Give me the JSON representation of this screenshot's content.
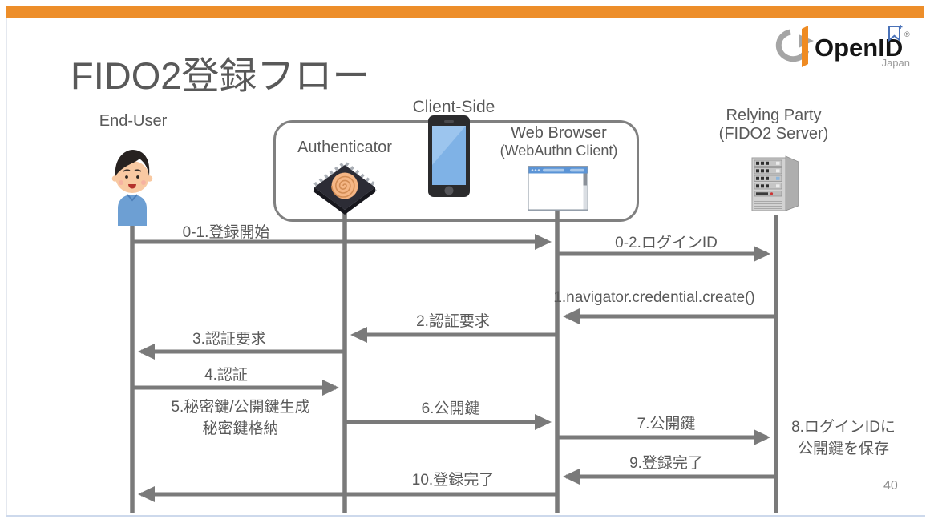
{
  "slide": {
    "title": "FIDO2登録フロー",
    "page_number": "40"
  },
  "logo": {
    "brand": "OpenID",
    "region": "Japan",
    "registered": "®"
  },
  "actors": {
    "end_user": "End-User",
    "client_side": "Client-Side",
    "authenticator": "Authenticator",
    "web_browser": "Web Browser",
    "web_browser_sub": "(WebAuthn Client)",
    "relying_party": "Relying Party",
    "relying_party_sub": "(FIDO2 Server)"
  },
  "messages": {
    "m0_1": "0-1.登録開始",
    "m0_2": "0-2.ログインID",
    "m1": "1.navigator.credential.create()",
    "m2": "2.認証要求",
    "m3": "3.認証要求",
    "m4": "4.認証",
    "m5_line1": "5.秘密鍵/公開鍵生成",
    "m5_line2": "秘密鍵格納",
    "m6": "6.公開鍵",
    "m7": "7.公開鍵",
    "m8_line1": "8.ログインIDに",
    "m8_line2": "公開鍵を保存",
    "m9": "9.登録完了",
    "m10": "10.登録完了"
  },
  "colors": {
    "accent_orange": "#ED8E2A",
    "line_gray": "#7A7A7A",
    "text_gray": "#595959"
  }
}
